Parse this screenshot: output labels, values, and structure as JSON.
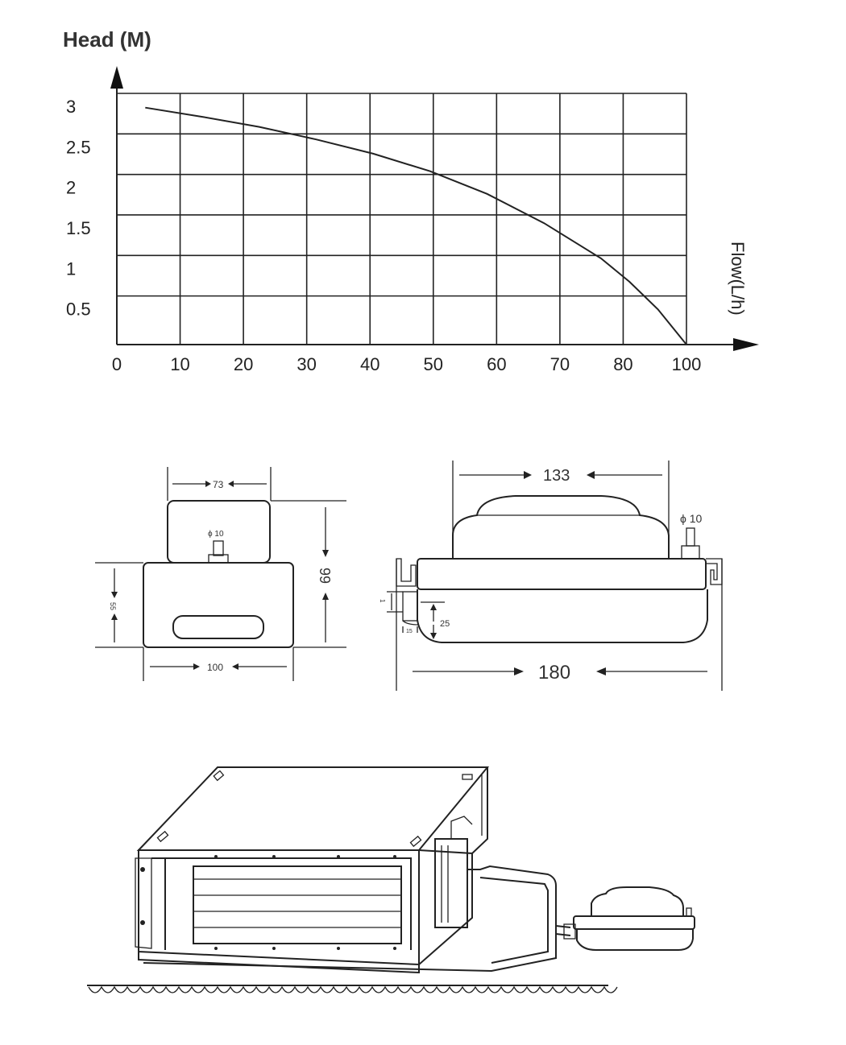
{
  "chart_data": {
    "type": "line",
    "ylabel": "Head (M)",
    "xlabel": "Flow(L/h)",
    "xlim": [
      0,
      100
    ],
    "ylim": [
      0,
      3
    ],
    "x_ticks": [
      "0",
      "10",
      "20",
      "30",
      "40",
      "50",
      "60",
      "70",
      "80",
      "100"
    ],
    "y_ticks": [
      "3",
      "2.5",
      "2",
      "1.5",
      "1",
      "0.5"
    ],
    "grid": true,
    "series": [
      {
        "x": [
          5,
          15,
          25,
          35,
          45,
          55,
          65,
          75,
          85,
          90,
          95,
          100
        ],
        "y": [
          2.83,
          2.72,
          2.6,
          2.45,
          2.28,
          2.07,
          1.8,
          1.45,
          1.03,
          0.75,
          0.42,
          0.0
        ]
      }
    ]
  },
  "dimensions": {
    "top_width": "73",
    "bottom_width": "100",
    "height_total": "99",
    "height_body": "55",
    "outlet_a": "ϕ 10",
    "span_top": "133",
    "outlet_b": "ϕ 10",
    "depth_25": "25",
    "small_a": "1",
    "small_b": "15",
    "span_bottom": "180"
  }
}
